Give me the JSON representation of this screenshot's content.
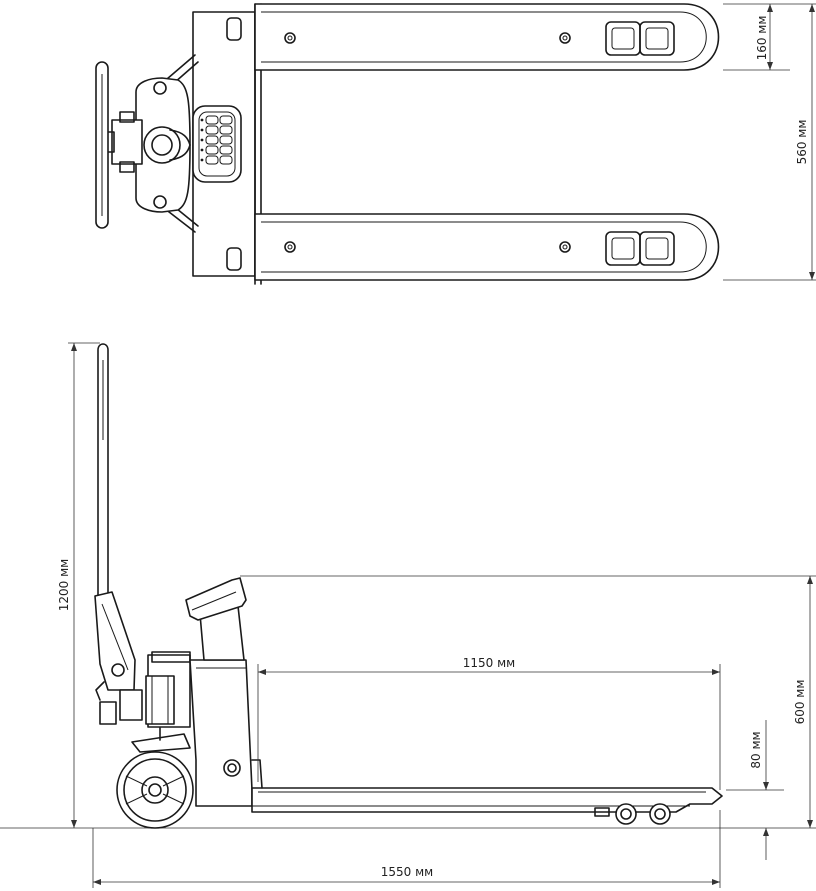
{
  "dimensions": {
    "fork_width": "160 мм",
    "overall_width": "560 мм",
    "handle_height": "1200 мм",
    "fork_length": "1150 мм",
    "lowered_height": "80 мм",
    "scale_height": "600 мм",
    "overall_length": "1550 мм"
  },
  "colors": {
    "line": "#1a1a1a",
    "background": "#ffffff"
  }
}
